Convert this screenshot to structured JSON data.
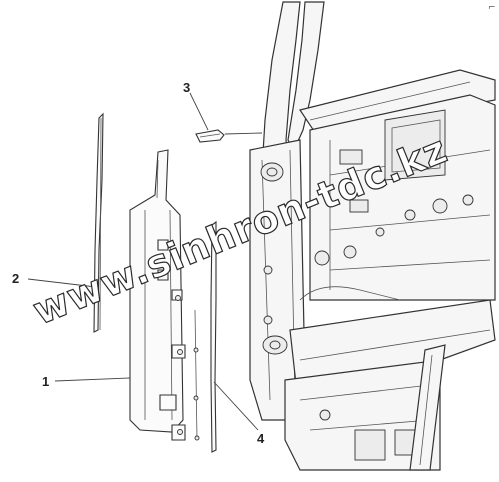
{
  "callouts": [
    {
      "number": "1"
    },
    {
      "number": "2"
    },
    {
      "number": "3"
    },
    {
      "number": "4"
    }
  ],
  "watermark": "www.sinhron-tdc.kz",
  "corner_mark": "⌐"
}
